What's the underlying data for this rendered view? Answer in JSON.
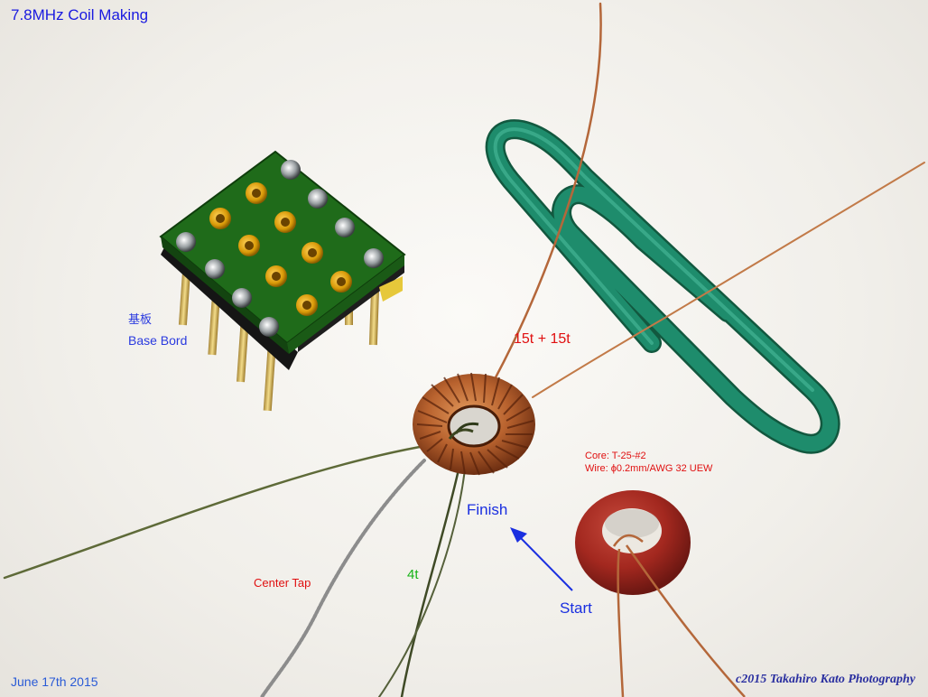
{
  "title": "7.8MHz  Coil Making",
  "date": "June 17th 2015",
  "copyright": "c2015 Takahiro Kato  Photography",
  "base_board": {
    "label_jp": "基板",
    "label_en": "Base Bord"
  },
  "coil": {
    "turns": "15t + 15t",
    "secondary": "4t",
    "center_tap": "Center Tap",
    "finish": "Finish",
    "start": "Start"
  },
  "core": {
    "type": "Core: T-25-#2",
    "wire": "Wire: ϕ0.2mm/AWG 32 UEW"
  },
  "colors": {
    "title": "#1a1ae0",
    "annotation_red": "#e01010",
    "annotation_blue": "#1a2fe0",
    "annotation_green": "#16b316",
    "paperclip": "#1e8c6c",
    "pcb": "#1f6b1a",
    "copper": "#b8622e",
    "core_red": "#a3281f"
  }
}
